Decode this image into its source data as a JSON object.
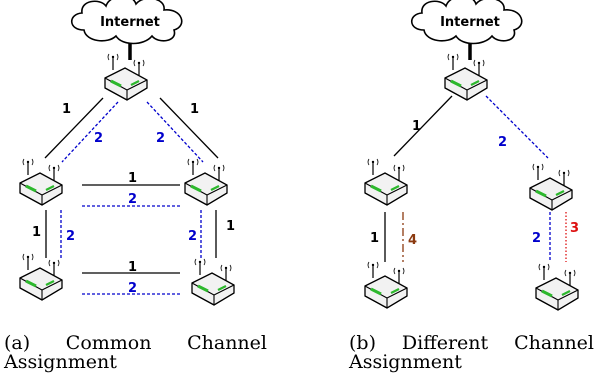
{
  "diagram_a": {
    "cloud_label": "Internet",
    "caption": "(a) Common Channel Assignment",
    "labels": [
      "1",
      "2",
      "2",
      "1",
      "1",
      "2",
      "1",
      "2",
      "2",
      "1",
      "1",
      "2"
    ]
  },
  "diagram_b": {
    "cloud_label": "Internet",
    "caption": "(b) Different Channel Assignment",
    "labels": [
      "1",
      "2",
      "1",
      "4",
      "2",
      "3"
    ]
  },
  "colors": {
    "channel_1": "#000000",
    "channel_2": "#0000cc",
    "channel_3": "#dd1111",
    "channel_4": "#8b3a10",
    "router_body": "#f2f2f2",
    "router_light": "#2db82d"
  }
}
